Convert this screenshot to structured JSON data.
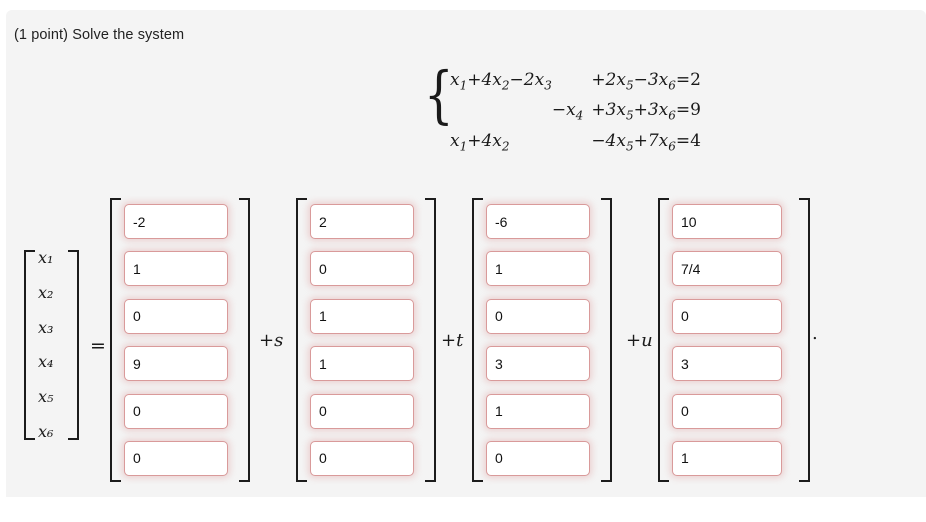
{
  "prompt": "(1 point) Solve the system",
  "system": {
    "brace": "{",
    "equations": [
      {
        "c1": "x",
        "c1sub": "1",
        "c2": "+4x",
        "c2sub": "2",
        "c3": "−2x",
        "c3sub": "3",
        "c4": "",
        "c4sub": "",
        "c5": "+2x",
        "c5sub": "5",
        "c6": "−3x",
        "c6sub": "6",
        "eq": "=",
        "rhs": "2"
      },
      {
        "c1": "",
        "c1sub": "",
        "c2": "",
        "c2sub": "",
        "c3": "",
        "c3sub": "",
        "c4": "−x",
        "c4sub": "4",
        "c5": "+3x",
        "c5sub": "5",
        "c6": "+3x",
        "c6sub": "6",
        "eq": "=",
        "rhs": "9"
      },
      {
        "c1": "x",
        "c1sub": "1",
        "c2": "+4x",
        "c2sub": "2",
        "c3": "",
        "c3sub": "",
        "c4": "",
        "c4sub": "",
        "c5": "−4x",
        "c5sub": "5",
        "c6": "+7x",
        "c6sub": "6",
        "eq": "=",
        "rhs": "4"
      }
    ]
  },
  "solution": {
    "variables": [
      "x₁",
      "x₂",
      "x₃",
      "x₄",
      "x₅",
      "x₆"
    ],
    "equals": "=",
    "operators": [
      "+s",
      "+t",
      "+u"
    ],
    "operator_plus": "+",
    "operator_params": [
      "s",
      "t",
      "u"
    ],
    "vectors": [
      {
        "name": "particular",
        "values": [
          "-2",
          "1",
          "0",
          "9",
          "0",
          "0"
        ]
      },
      {
        "name": "s-vector",
        "values": [
          "2",
          "0",
          "1",
          "1",
          "0",
          "0"
        ]
      },
      {
        "name": "t-vector",
        "values": [
          "-6",
          "1",
          "0",
          "3",
          "1",
          "0"
        ]
      },
      {
        "name": "u-vector",
        "values": [
          "10",
          "7/4",
          "0",
          "3",
          "0",
          "1"
        ]
      }
    ],
    "trailing_period": "."
  },
  "colors": {
    "panel_background": "#f4f4f4",
    "page_background": "#ffffff",
    "input_border": "#d99a9a",
    "input_glow": "rgba(222,150,150,0.38)",
    "text": "#222222",
    "bracket": "#1c1c1c"
  }
}
